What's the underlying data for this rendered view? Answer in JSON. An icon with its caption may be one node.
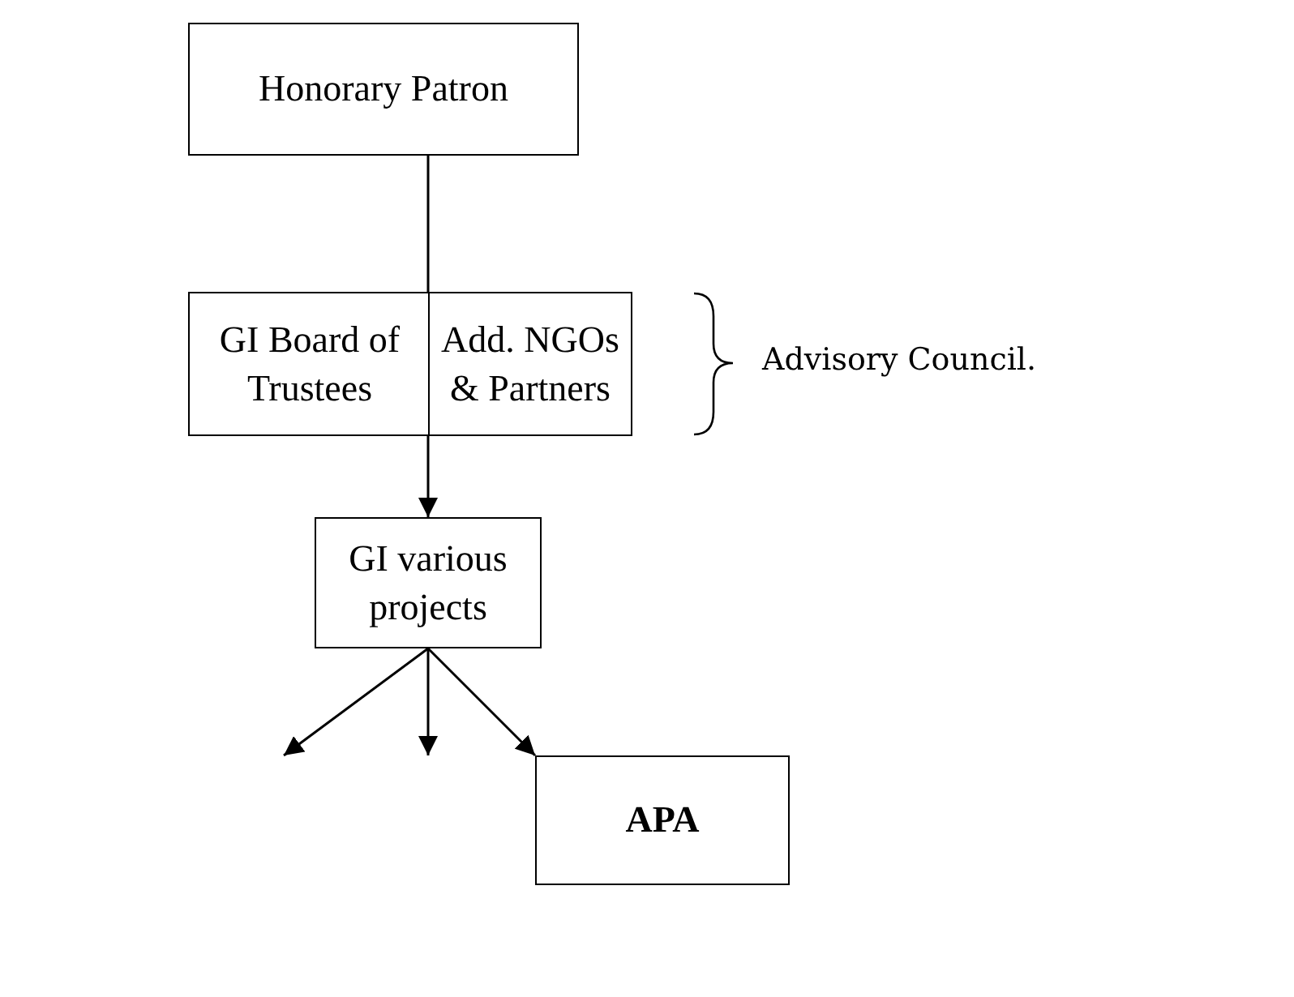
{
  "diagram": {
    "nodes": [
      {
        "text": [
          "Honorary Patron"
        ]
      },
      {
        "text": [
          "GI Board of Trustees"
        ]
      },
      {
        "text": [
          "Add. NGOs & Partners"
        ]
      },
      {
        "text": [
          "GI various projects"
        ]
      },
      {
        "text": [
          "APA"
        ]
      }
    ],
    "edges": [
      {
        "from": 0,
        "to": 3,
        "arrow": "to"
      },
      {
        "from": 3,
        "to": null,
        "arrow": "to"
      },
      {
        "from": 3,
        "to": null,
        "arrow": "to"
      },
      {
        "from": 3,
        "to": 4,
        "arrow": "to"
      }
    ],
    "labels": [
      "Advisory Council."
    ]
  }
}
